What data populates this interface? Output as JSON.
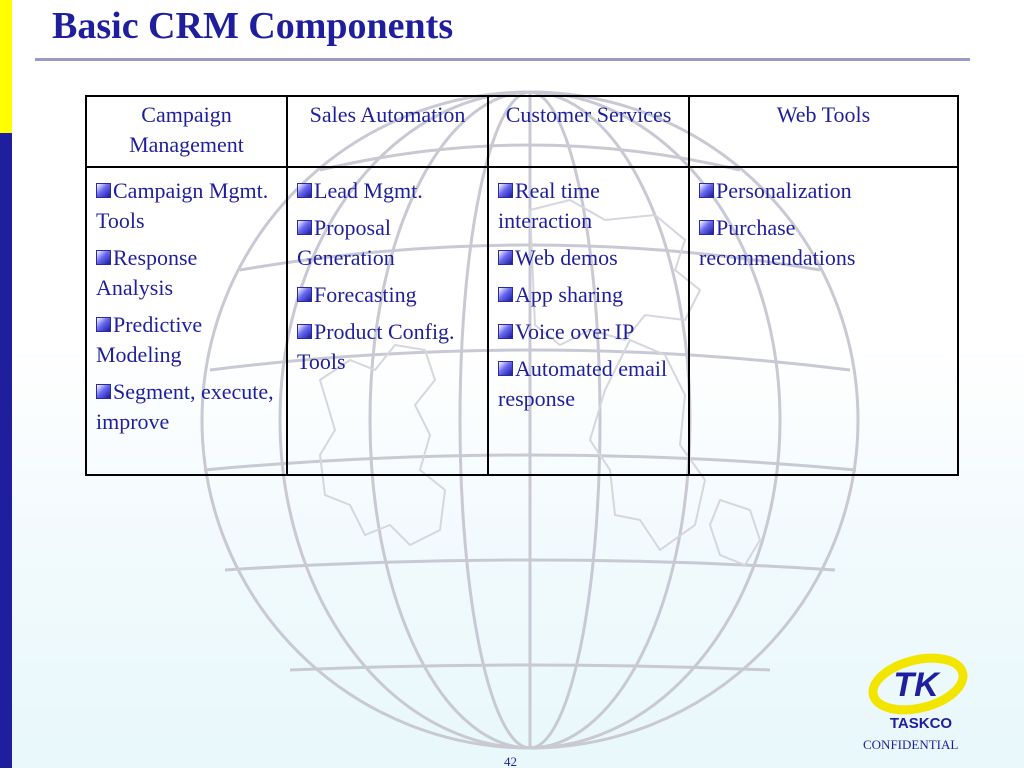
{
  "slide": {
    "title": "Basic CRM Components",
    "page_number": "42",
    "confidential": "CONFIDENTIAL",
    "logo_text": "TASKCO",
    "logo_mark": "TK"
  },
  "table": {
    "headers": [
      "Campaign Management",
      "Sales Automation",
      "Customer Services",
      "Web Tools"
    ],
    "columns": [
      [
        "Campaign Mgmt. Tools",
        "Response Analysis",
        "Predictive Modeling",
        "Segment, execute, improve"
      ],
      [
        "Lead Mgmt.",
        "Proposal Generation",
        "Forecasting",
        "Product Config. Tools"
      ],
      [
        "Real time interaction",
        "Web demos",
        "App sharing",
        "Voice over IP",
        "Automated email response"
      ],
      [
        "Personalization",
        "Purchase recommendations"
      ]
    ]
  },
  "colors": {
    "title": "#1f1f9e",
    "accent_bar_top": "#ffff00",
    "accent_bar_bottom": "#1f1f9e",
    "logo_yellow": "#f2e600"
  }
}
